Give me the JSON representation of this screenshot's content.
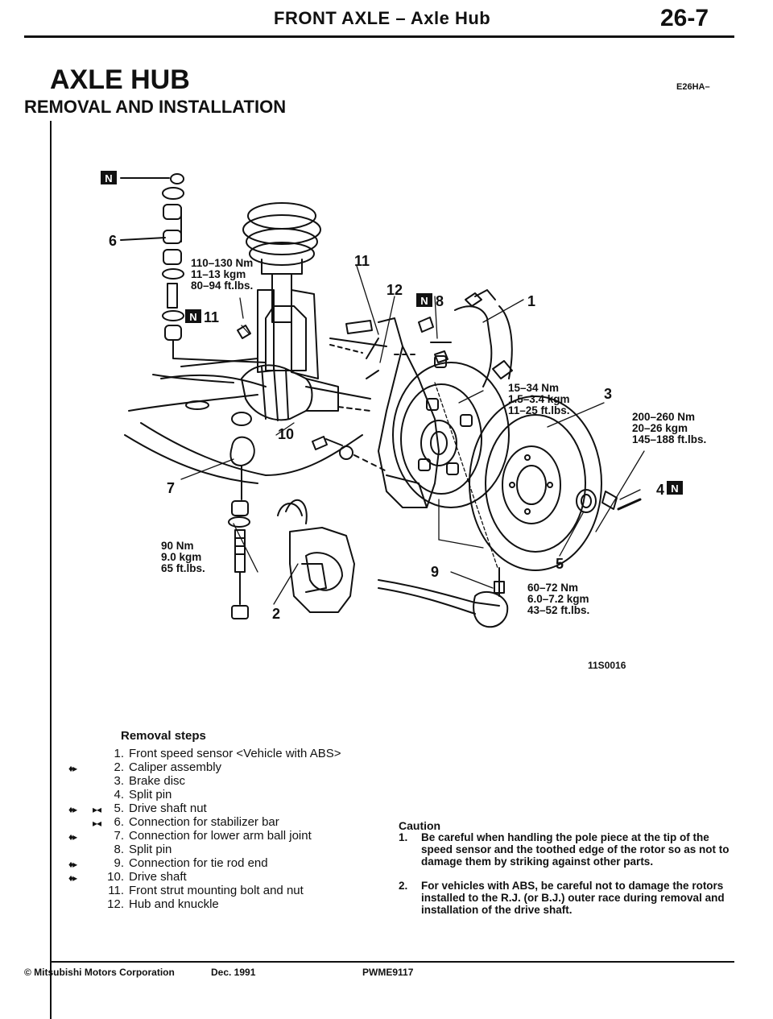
{
  "header": {
    "title": "FRONT AXLE – Axle Hub",
    "page": "26-7"
  },
  "section_title": "AXLE HUB",
  "section_code": "E26HA–",
  "subsection_title": "REMOVAL AND INSTALLATION",
  "figure": {
    "id": "11S0016",
    "labels": {
      "n_top": "N",
      "n_11_box": "N",
      "n_8_box": "N",
      "n_4_box": "N",
      "c6": "6",
      "c11_lower": "11",
      "c11": "11",
      "c12": "12",
      "c8": "8",
      "c1": "1",
      "c3": "3",
      "c10": "10",
      "c7": "7",
      "c4": "4",
      "c5": "5",
      "c9": "9",
      "c2": "2"
    },
    "torque": {
      "t110_a": "110–130 Nm",
      "t110_b": "11–13 kgm",
      "t110_c": "80–94 ft.lbs.",
      "t15_a": "15–34 Nm",
      "t15_b": "1.5–3.4 kgm",
      "t15_c": "11–25 ft.lbs.",
      "t200_a": "200–260 Nm",
      "t200_b": "20–26 kgm",
      "t200_c": "145–188 ft.lbs.",
      "t90_a": "90 Nm",
      "t90_b": "9.0 kgm",
      "t90_c": "65 ft.lbs.",
      "t60_a": "60–72 Nm",
      "t60_b": "6.0–7.2 kgm",
      "t60_c": "43–52 ft.lbs."
    }
  },
  "removal": {
    "title": "Removal steps",
    "steps": [
      {
        "num": "1.",
        "text": "Front speed sensor <Vehicle with ABS>"
      },
      {
        "num": "2.",
        "text": "Caliper assembly"
      },
      {
        "num": "3.",
        "text": "Brake disc"
      },
      {
        "num": "4.",
        "text": "Split pin"
      },
      {
        "num": "5.",
        "text": "Drive shaft nut"
      },
      {
        "num": "6.",
        "text": "Connection for stabilizer bar"
      },
      {
        "num": "7.",
        "text": "Connection for lower arm ball joint"
      },
      {
        "num": "8.",
        "text": "Split pin"
      },
      {
        "num": "9.",
        "text": "Connection for tie rod end"
      },
      {
        "num": "10.",
        "text": "Drive shaft"
      },
      {
        "num": "11.",
        "text": "Front strut mounting bolt and nut"
      },
      {
        "num": "12.",
        "text": "Hub and knuckle"
      }
    ],
    "marks": {
      "m2": "♦▸",
      "m5a": "♦▸",
      "m5b": "▸◂",
      "m6": "▸◂",
      "m7": "♦▸",
      "m9": "♦▸",
      "m10": "♦▸"
    }
  },
  "caution": {
    "title": "Caution",
    "items": [
      {
        "num": "1.",
        "text": "Be careful when handling the pole piece at the tip of the speed sensor and the toothed edge of the rotor so as not to damage them by striking against other parts."
      },
      {
        "num": "2.",
        "text": "For vehicles with ABS, be careful not to damage the rotors installed to the R.J. (or B.J.) outer race during removal and installation of the drive shaft."
      }
    ]
  },
  "footer": {
    "copyright": "© Mitsubishi Motors Corporation",
    "date": "Dec. 1991",
    "pub": "PWME9117"
  }
}
